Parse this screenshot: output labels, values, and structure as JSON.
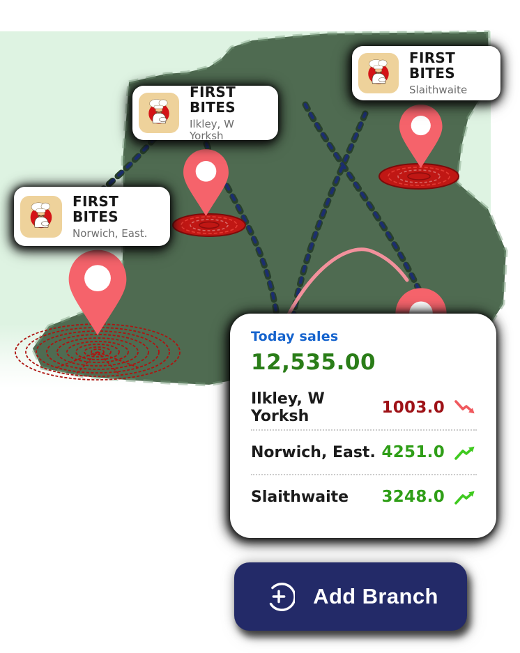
{
  "branches": [
    {
      "name": "FIRST BITES",
      "location": "Slaithwaite"
    },
    {
      "name": "FIRST BITES",
      "location": "Ilkley, W Yorksh"
    },
    {
      "name": "FIRST BITES",
      "location": "Norwich, East."
    }
  ],
  "sales_panel": {
    "title": "Today sales",
    "total": "12,535.00",
    "rows": [
      {
        "label": "Ilkley, W Yorksh",
        "value": "1003.0",
        "trend": "down"
      },
      {
        "label": "Norwich, East.",
        "value": "4251.0",
        "trend": "up"
      },
      {
        "label": "Slaithwaite",
        "value": "3248.0",
        "trend": "up"
      }
    ]
  },
  "add_branch": {
    "label": "Add Branch"
  },
  "icons": {
    "trend_up": "zigzag-arrow-up",
    "trend_down": "zigzag-arrow-down",
    "add": "circled-plus",
    "pin": "map-pin",
    "logo": "chef-mascot"
  },
  "colors": {
    "mint_bg": "#def3e2",
    "map_blob": "#4f6b51",
    "pin_red": "#f5636b",
    "rings_red": "#ae1410",
    "road_navy": "#1c2e6e",
    "arc_pink": "#f2919c",
    "title_blue": "#1563cd",
    "total_green": "#2a7d18",
    "value_up_green": "#2f9e17",
    "value_down_red": "#9e1116",
    "button_navy": "#232a68",
    "logo_tile_tan": "#eed29b",
    "logo_circle_red": "#d41317"
  }
}
